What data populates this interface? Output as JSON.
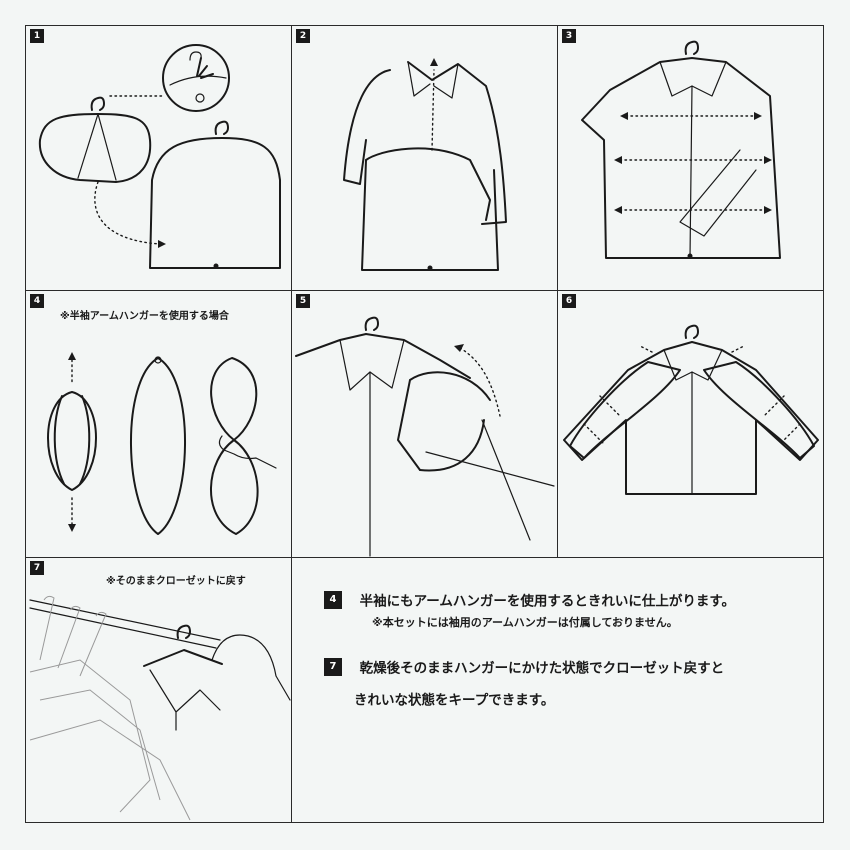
{
  "panels": [
    {
      "number": "1"
    },
    {
      "number": "2"
    },
    {
      "number": "3"
    },
    {
      "number": "4",
      "note": "※半袖アームハンガーを使用する場合"
    },
    {
      "number": "5"
    },
    {
      "number": "6"
    },
    {
      "number": "7",
      "note": "※そのままクローゼットに戻す"
    }
  ],
  "instructions": [
    {
      "number": "4",
      "line1": "半袖にもアームハンガーを使用するときれいに仕上がります。",
      "sub": "※本セットには袖用のアームハンガーは付属しておりません。"
    },
    {
      "number": "7",
      "line1": "乾燥後そのままハンガーにかけた状態でクローゼット戻すと",
      "line2": "きれいな状態をキープできます。"
    }
  ]
}
